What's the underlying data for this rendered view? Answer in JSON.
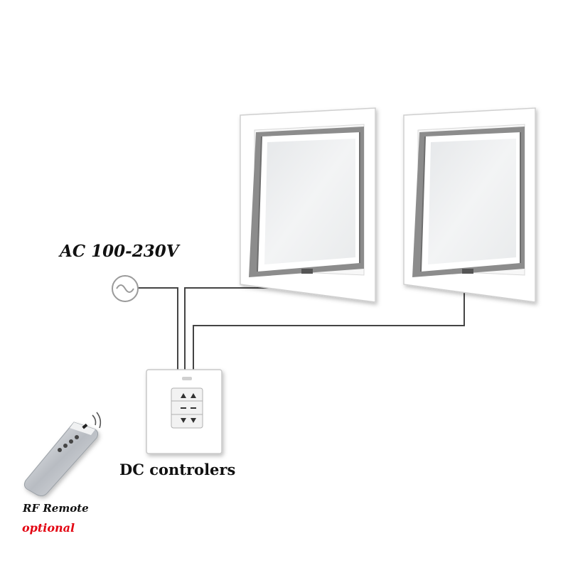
{
  "labels": {
    "power": "AC 100-230V",
    "controller": "DC controlers",
    "remote": "RF Remote",
    "optional": "optional"
  },
  "colors": {
    "optional_text": "#e30613",
    "wire": "#444444",
    "window_frame": "#ffffff",
    "window_sash": "#808080"
  },
  "icons": {
    "power_source": "ac-sine-source-icon",
    "remote_signal": "wireless-signal-icon"
  }
}
